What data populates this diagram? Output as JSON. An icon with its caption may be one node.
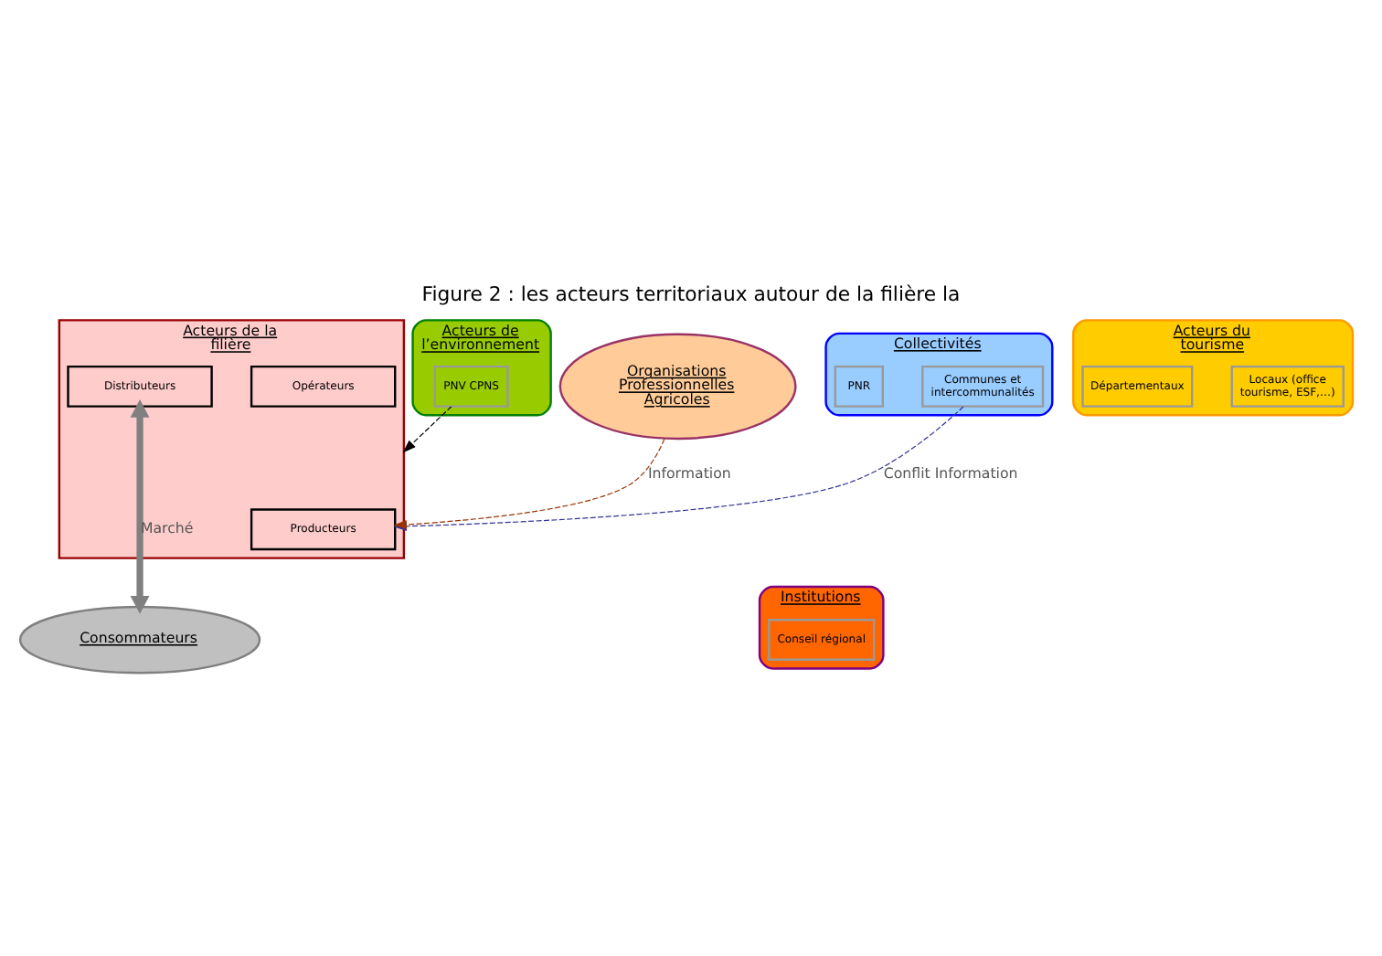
{
  "diagram": {
    "title": "Figure 2 : les acteurs territoriaux autour de la filière la",
    "nodes": [
      {
        "text": [
          "Collectivités"
        ]
      },
      {
        "text": [
          "Communes et intercommunalités"
        ],
        "in": 0
      },
      {
        "text": [
          "PNR"
        ],
        "in": 0
      },
      {
        "text": [
          "Acteurs de la filière"
        ]
      },
      {
        "text": [
          "Producteurs"
        ],
        "in": 3
      },
      {
        "text": [
          "Opérateurs"
        ],
        "in": 3
      },
      {
        "text": [
          "Distributeurs"
        ],
        "in": 3
      },
      {
        "text": [
          "Acteurs de l’environnement"
        ]
      },
      {
        "text": [
          "PNV CPNS"
        ],
        "in": 7
      },
      {
        "text": [
          "Acteurs du tourisme"
        ]
      },
      {
        "text": [
          "Locaux (office tourisme, ESF,…)"
        ],
        "in": 9
      },
      {
        "text": [
          "Départementaux"
        ],
        "in": 9
      },
      {
        "text": [
          "Organisations Professionnelles Agricoles"
        ]
      },
      {
        "text": [
          "Consommateurs"
        ]
      },
      {
        "text": [
          "Institutions"
        ]
      },
      {
        "text": [
          "Conseil régional"
        ],
        "in": 14
      }
    ],
    "edges": [
      {
        "from": 1,
        "to": 4,
        "arrow": "to",
        "label": "Conflit Information",
        "style": "dashed",
        "color": "#333399"
      },
      {
        "from": 12,
        "to": 4,
        "arrow": "to",
        "label": "Information",
        "style": "dashed",
        "color": "#993300"
      },
      {
        "from": 8,
        "to": 3,
        "arrow": "to",
        "style": "dashed",
        "color": "#000000"
      },
      {
        "from": 6,
        "to": 13,
        "arrow": "both",
        "label": "Marché",
        "style": "thick",
        "color": "#808080"
      }
    ]
  }
}
